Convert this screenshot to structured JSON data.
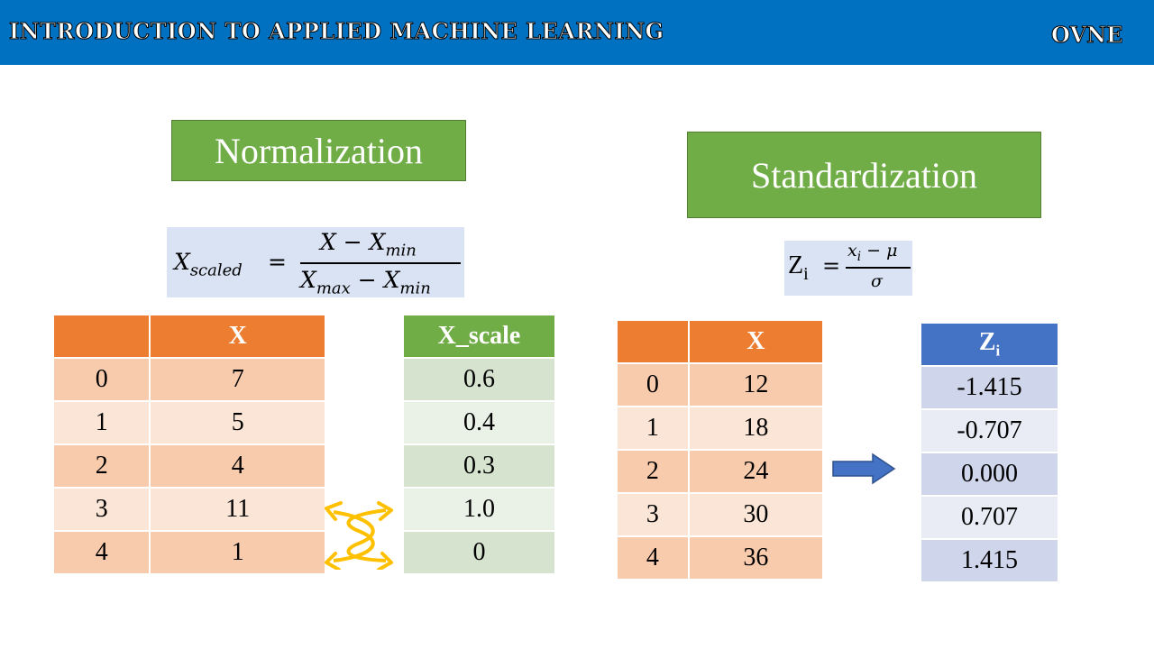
{
  "header": {
    "course_title": "INTRODUCTION TO APPLIED MACHINE LEARNING",
    "brand": "OVNE"
  },
  "colors": {
    "header_bg": "#0070c0",
    "green": "#70ad47",
    "orange": "#ed7d31",
    "blue": "#4472c4",
    "formula_bg": "#dae3f3",
    "arrow_yellow": "#ffc000"
  },
  "normalization": {
    "title": "Normalization",
    "formula": {
      "lhs": "X",
      "lhs_sub": "scaled",
      "eq": "=",
      "numerator": "X  −  X",
      "numerator_sub": "min",
      "denominator_a": "X",
      "denominator_a_sub": "max",
      "denominator_b": " − X",
      "denominator_b_sub": "min"
    },
    "table": {
      "headers": [
        "",
        "X"
      ],
      "rows": [
        [
          "0",
          "7"
        ],
        [
          "1",
          "5"
        ],
        [
          "2",
          "4"
        ],
        [
          "3",
          "11"
        ],
        [
          "4",
          "1"
        ]
      ]
    },
    "scaled_table": {
      "header": "X_scale",
      "values": [
        "0.6",
        "0.4",
        "0.3",
        "1.0",
        "0"
      ]
    },
    "swap_icon": "crossed-arrows-icon"
  },
  "standardization": {
    "title": "Standardization",
    "formula": {
      "lhs": "Z",
      "lhs_sub": "i",
      "eq": "=",
      "numerator": "x",
      "numerator_sub": "i",
      "numerator_rest": " − μ",
      "denominator": "σ"
    },
    "table": {
      "headers": [
        "",
        "X"
      ],
      "rows": [
        [
          "0",
          "12"
        ],
        [
          "1",
          "18"
        ],
        [
          "2",
          "24"
        ],
        [
          "3",
          "30"
        ],
        [
          "4",
          "36"
        ]
      ]
    },
    "z_table": {
      "header": "Z",
      "header_sub": "i",
      "values": [
        "-1.415",
        "-0.707",
        "0.000",
        "0.707",
        "1.415"
      ]
    },
    "arrow_icon": "right-arrow-icon"
  }
}
